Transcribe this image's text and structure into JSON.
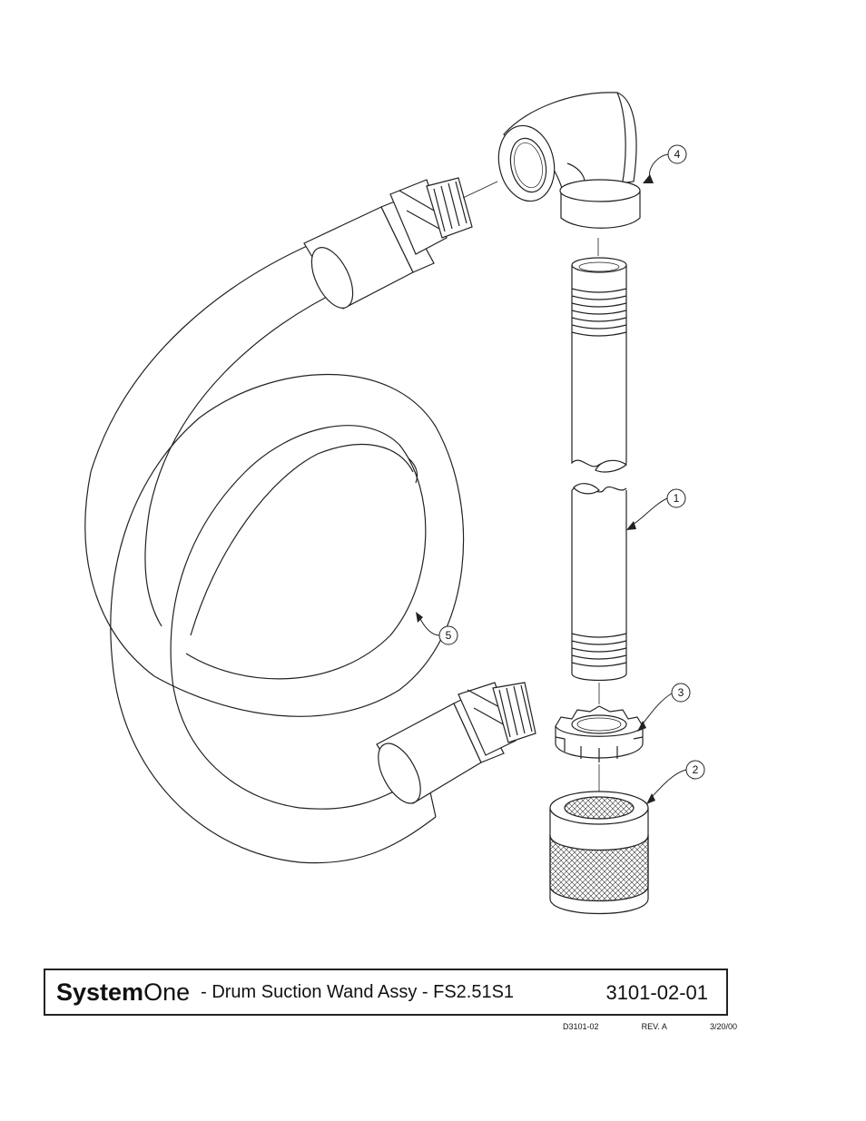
{
  "title_block": {
    "brand_bold": "System",
    "brand_light": "One",
    "title": "- Drum Suction Wand Assy - FS2.51S1",
    "doc_number": "3101-02-01"
  },
  "revision": {
    "drawing_id": "D3101-02",
    "rev": "REV. A",
    "date": "3/20/00"
  },
  "callouts": [
    {
      "id": "1"
    },
    {
      "id": "2"
    },
    {
      "id": "3"
    },
    {
      "id": "4"
    },
    {
      "id": "5"
    }
  ],
  "parts": [
    {
      "callout": "1",
      "icon": "pipe-nipple"
    },
    {
      "callout": "2",
      "icon": "strainer"
    },
    {
      "callout": "3",
      "icon": "lock-nut"
    },
    {
      "callout": "4",
      "icon": "elbow-fitting"
    },
    {
      "callout": "5",
      "icon": "hose"
    }
  ],
  "colors": {
    "line": "#222222",
    "background": "#ffffff"
  }
}
